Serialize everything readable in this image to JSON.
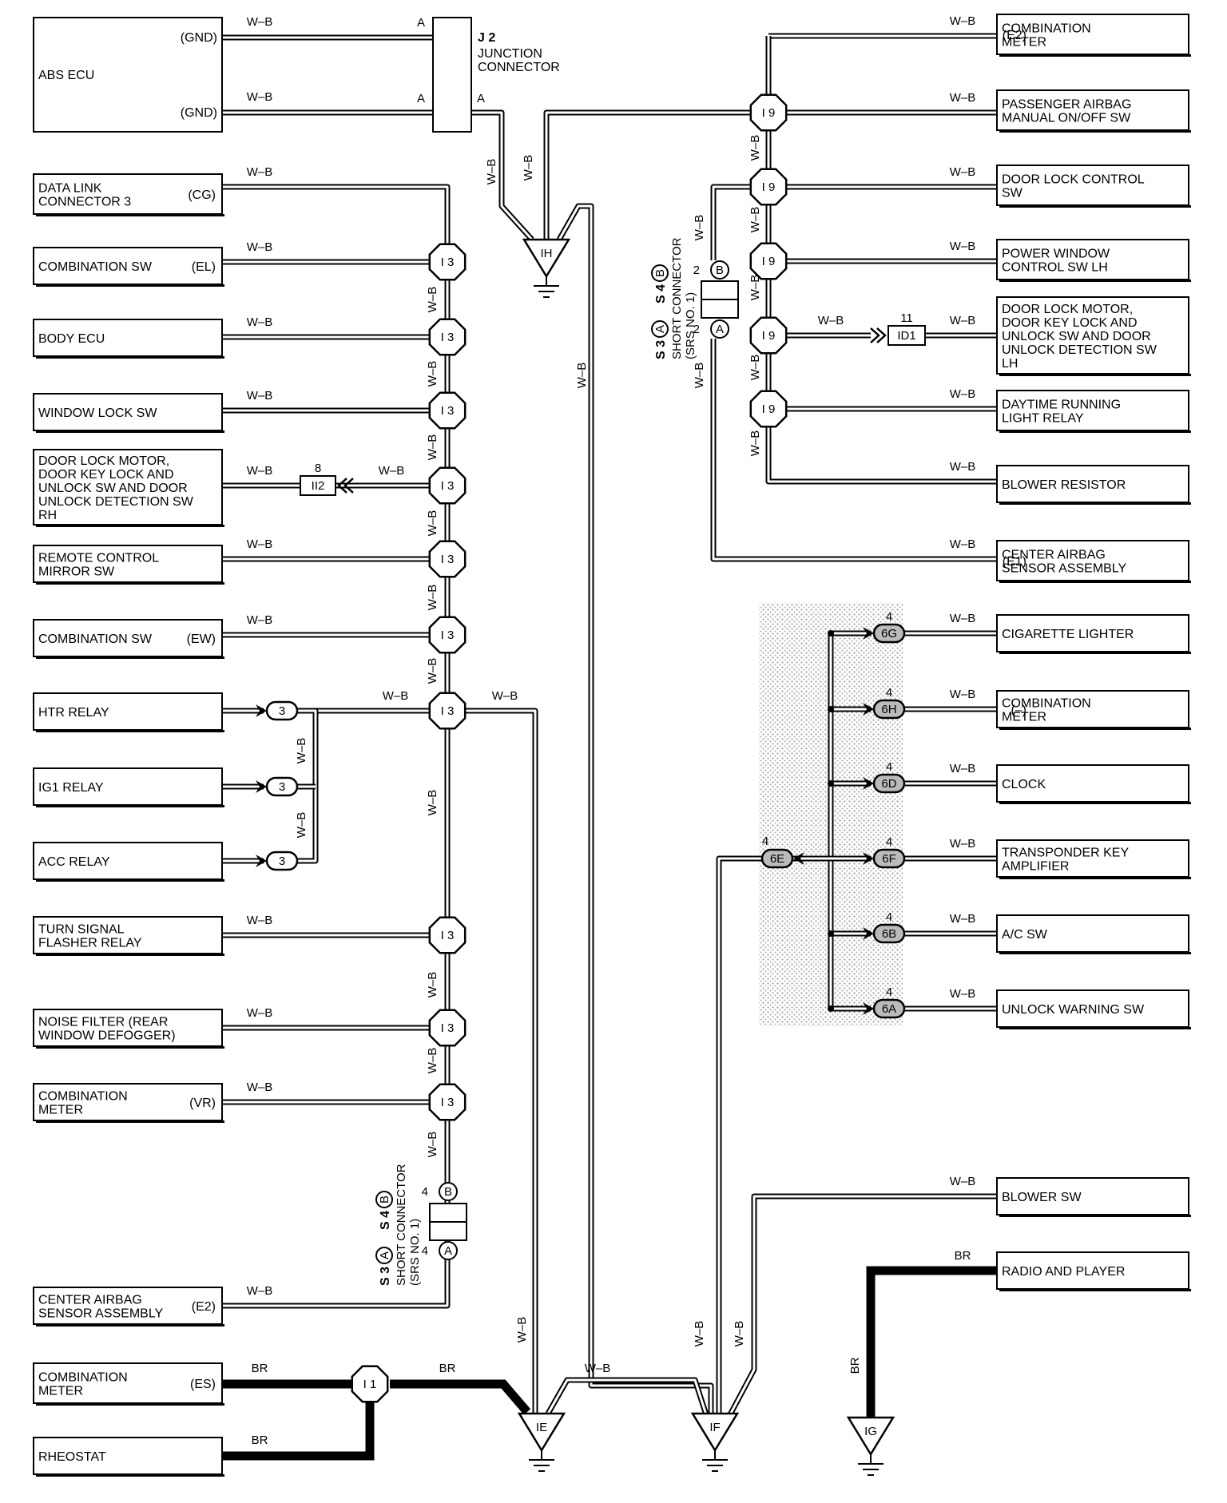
{
  "wire": {
    "wb": "W–B",
    "br": "BR"
  },
  "left_components": [
    {
      "name": "ABS ECU",
      "terminals": [
        "(GND)",
        "(GND)"
      ]
    },
    {
      "name": "DATA LINK\nCONNECTOR 3",
      "terminal": "(CG)"
    },
    {
      "name": "COMBINATION SW",
      "terminal": "(EL)"
    },
    {
      "name": "BODY ECU",
      "terminal": ""
    },
    {
      "name": "WINDOW LOCK SW",
      "terminal": ""
    },
    {
      "name": "DOOR LOCK MOTOR,\nDOOR KEY LOCK AND\nUNLOCK SW AND DOOR\nUNLOCK DETECTION SW\nRH",
      "terminal": ""
    },
    {
      "name": "REMOTE CONTROL\nMIRROR SW",
      "terminal": ""
    },
    {
      "name": "COMBINATION SW",
      "terminal": "(EW)"
    },
    {
      "name": "HTR RELAY",
      "terminal": ""
    },
    {
      "name": "IG1 RELAY",
      "terminal": ""
    },
    {
      "name": "ACC RELAY",
      "terminal": ""
    },
    {
      "name": "TURN SIGNAL\nFLASHER RELAY",
      "terminal": ""
    },
    {
      "name": "NOISE FILTER (REAR\nWINDOW DEFOGGER)",
      "terminal": ""
    },
    {
      "name": "COMBINATION\nMETER",
      "terminal": "(VR)"
    },
    {
      "name": "CENTER AIRBAG\nSENSOR ASSEMBLY",
      "terminal": "(E2)"
    },
    {
      "name": "COMBINATION\nMETER",
      "terminal": "(ES)"
    },
    {
      "name": "RHEOSTAT",
      "terminal": ""
    }
  ],
  "right_components": [
    {
      "name": "COMBINATION\nMETER",
      "terminal": "(E2)"
    },
    {
      "name": "PASSENGER AIRBAG\nMANUAL ON/OFF SW",
      "terminal": ""
    },
    {
      "name": "DOOR LOCK CONTROL\nSW",
      "terminal": ""
    },
    {
      "name": "POWER WINDOW\nCONTROL SW LH",
      "terminal": ""
    },
    {
      "name": "DOOR LOCK MOTOR,\nDOOR KEY LOCK AND\nUNLOCK SW AND DOOR\nUNLOCK DETECTION SW\nLH",
      "terminal": ""
    },
    {
      "name": "DAYTIME RUNNING\nLIGHT RELAY",
      "terminal": ""
    },
    {
      "name": "BLOWER RESISTOR",
      "terminal": ""
    },
    {
      "name": "CENTER AIRBAG\nSENSOR ASSEMBLY",
      "terminal": "(E1)"
    },
    {
      "name": "CIGARETTE LIGHTER",
      "terminal": ""
    },
    {
      "name": "COMBINATION\nMETER",
      "terminal": "(–)"
    },
    {
      "name": "CLOCK",
      "terminal": ""
    },
    {
      "name": "TRANSPONDER KEY\nAMPLIFIER",
      "terminal": ""
    },
    {
      "name": "A/C SW",
      "terminal": ""
    },
    {
      "name": "UNLOCK WARNING SW",
      "terminal": ""
    },
    {
      "name": "BLOWER SW",
      "terminal": ""
    },
    {
      "name": "RADIO AND PLAYER",
      "terminal": ""
    }
  ],
  "junction_connector": {
    "code": "J 2",
    "label": "JUNCTION\nCONNECTOR",
    "pins": [
      "A",
      "A",
      "A"
    ]
  },
  "short_connector": {
    "label": "SHORT CONNECTOR\n(SRS NO. 1)",
    "title_s3": "S 3",
    "title_s4": "S 4",
    "pin_a": "A",
    "pin_b": "B",
    "pin_top": "2",
    "pin_bottom": "2",
    "pin_top_left": "4",
    "pin_bottom_left": "4"
  },
  "connectors": {
    "i3": "I 3",
    "i9": "I 9",
    "i1": "I 1",
    "ii2": "II2",
    "id1": "ID1",
    "ii2_pin": "8",
    "id1_pin": "11",
    "relay_pin": "3",
    "g6": [
      "6G",
      "6H",
      "6D",
      "6F",
      "6B",
      "6A"
    ],
    "e6": "6E",
    "g_pin": "4"
  },
  "grounds": [
    "IH",
    "IE",
    "IF",
    "IG"
  ]
}
